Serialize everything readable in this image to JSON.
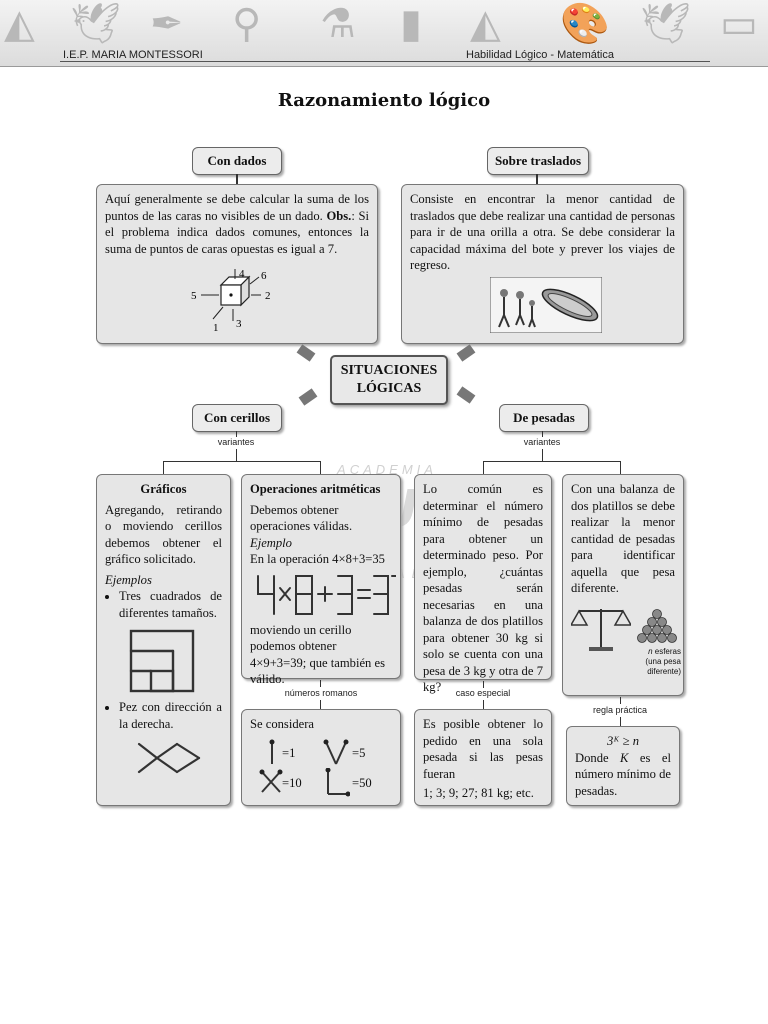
{
  "header": {
    "school": "I.E.P. MARIA MONTESSORI",
    "subject": "Habilidad Lógico - Matemática",
    "decor_icons": [
      "dove-icon",
      "quill-icon",
      "telescope-icon",
      "flask-icon",
      "book-icon",
      "pyramid-icon",
      "palette-icon"
    ]
  },
  "title": "Razonamiento lógico",
  "center": {
    "line1": "SITUACIONES",
    "line2": "LÓGICAS"
  },
  "dados": {
    "label": "Con dados",
    "text": "Aquí generalmente se debe calcular la suma de los puntos de las caras no visibles de un dado.",
    "obs_label": "Obs.",
    "obs_text": ": Si el problema indica dados comunes, entonces la suma de puntos de caras opuestas es igual a 7.",
    "die_numbers": {
      "top": "4",
      "diag": "6",
      "left": "5",
      "right": "2",
      "bottom_left": "1",
      "bottom": "3"
    }
  },
  "traslados": {
    "label": "Sobre traslados",
    "text": "Consiste en encontrar la menor cantidad de traslados que debe realizar una cantidad de personas para ir de una orilla a otra. Se debe considerar la capacidad máxima del bote y prever los viajes de regreso."
  },
  "cerillos": {
    "label": "Con cerillos",
    "variants": "variantes",
    "graficos": {
      "title": "Gráficos",
      "text": "Agregando, retirando o moviendo cerillos debemos obtener el gráfico solicitado.",
      "ejemplos": "Ejemplos",
      "item1": "Tres cuadrados de diferentes tamaños.",
      "item2": "Pez con dirección a la derecha."
    },
    "operaciones": {
      "title": "Operaciones aritméticas",
      "text": "Debemos obtener operaciones válidas.",
      "ejemplo": "Ejemplo",
      "line": "En la operación 4×8+3=35",
      "text2": "moviendo un cerillo podemos obtener 4×9+3=39; que también es válido."
    },
    "romanos_label": "números romanos",
    "romanos": {
      "intro": "Se considera",
      "v1": "=1",
      "v5": "=5",
      "v10": "=10",
      "v50": "=50"
    }
  },
  "pesadas": {
    "label": "De pesadas",
    "variants": "variantes",
    "comun": "Lo común es determinar el número mínimo de pesadas para obtener un determinado peso. Por ejemplo, ¿cuántas pesadas serán necesarias en una balanza de dos platillos para obtener 30 kg si solo se cuenta con una pesa de 3 kg y otra de 7 kg?",
    "balanza": "Con una balanza de dos platillos se debe realizar la menor cantidad de pesadas para identificar aquella que pesa diferente.",
    "esferas_n": "n",
    "esferas_label": " esferas",
    "esferas_note": "(una pesa diferente)",
    "caso_label": "caso especial",
    "caso": "Es posible obtener lo pedido en una sola pesada si las pesas fueran",
    "caso_values": "1; 3; 9; 27; 81 kg; etc.",
    "regla_label": "regla práctica",
    "formula": "3ᴷ ≥ n",
    "regla_pre": "Donde ",
    "regla_k": "K",
    "regla_post": " es el número mínimo de pesadas."
  },
  "watermark": {
    "top": "ACADEMIA",
    "main": "ADUNI",
    "bottom": "CREEMOS EN LA EXIGENCIA"
  }
}
